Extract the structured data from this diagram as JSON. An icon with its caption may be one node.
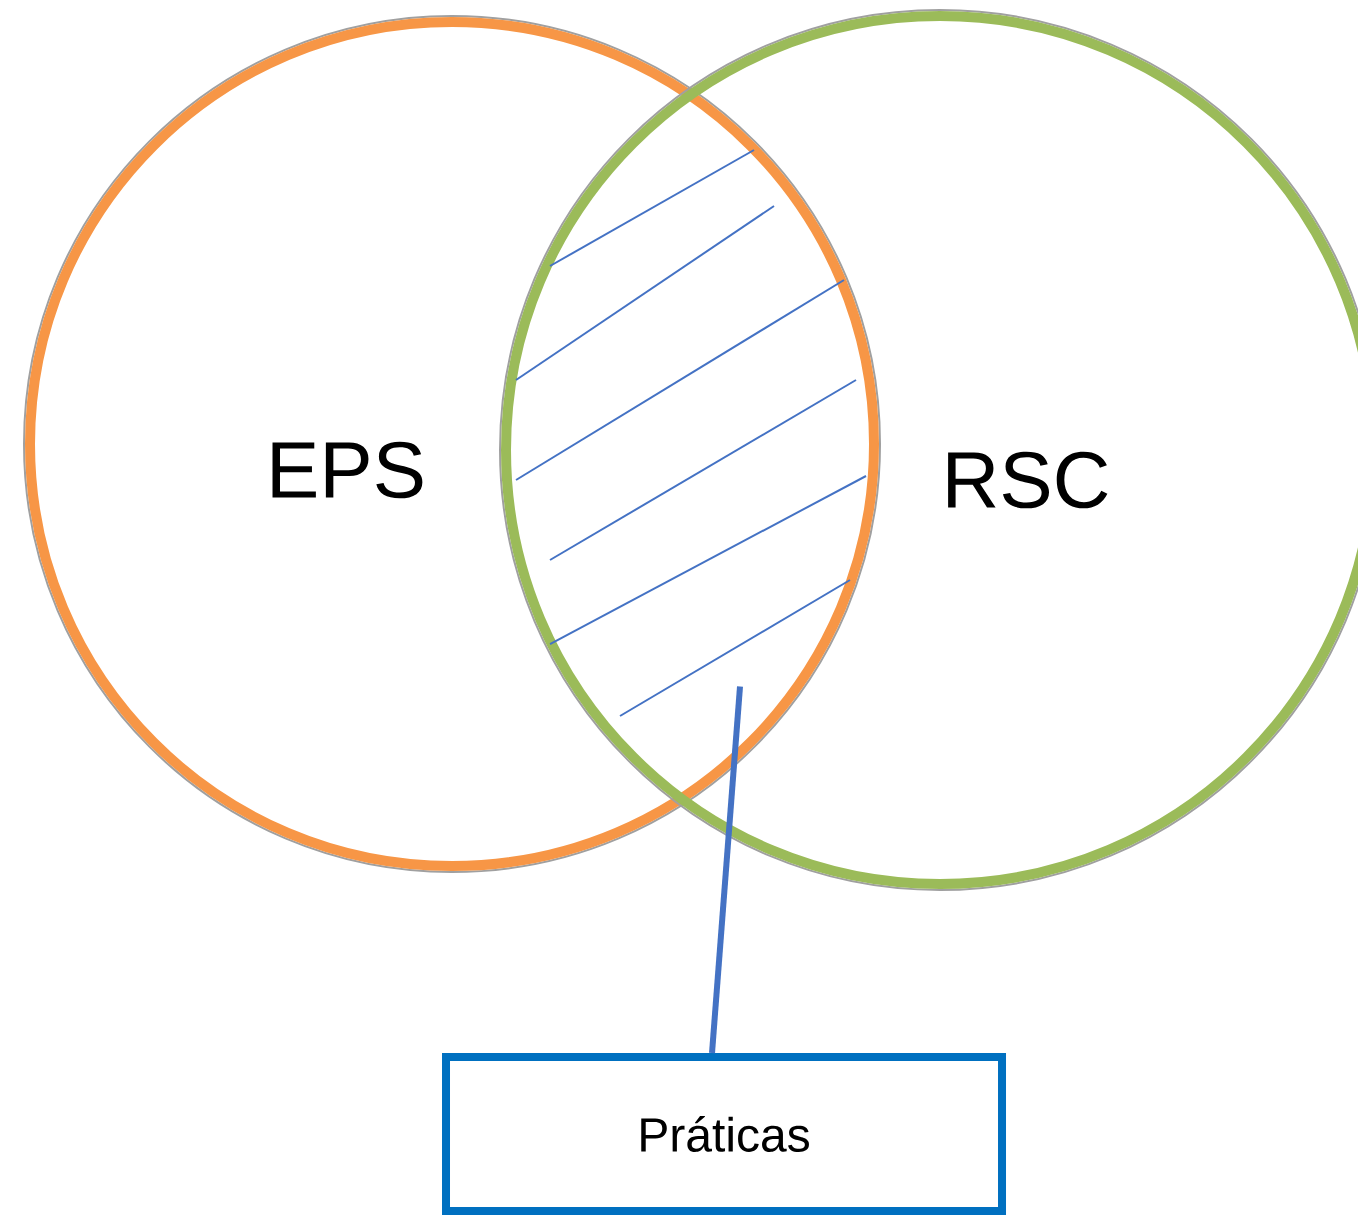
{
  "diagram": {
    "nodes": [
      {
        "text": [
          "EPS"
        ]
      },
      {
        "text": [
          "RSC"
        ]
      },
      {
        "text": [],
        "shape": "lens"
      },
      {
        "text": [
          "Práticas"
        ]
      }
    ],
    "edges": [
      {
        "from": 3,
        "to": 2,
        "arrow": "none"
      }
    ]
  }
}
